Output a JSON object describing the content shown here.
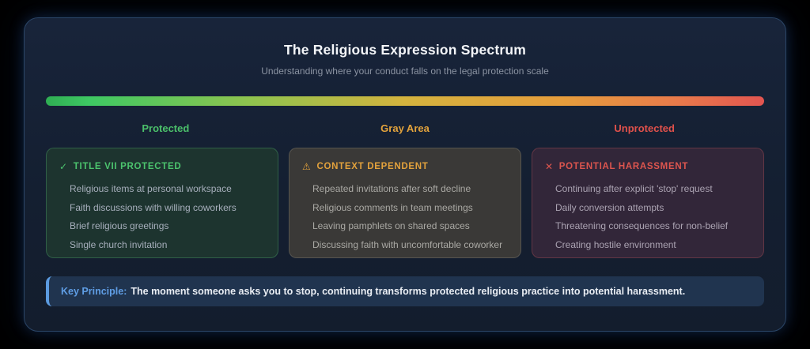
{
  "header": {
    "title": "The Religious Expression Spectrum",
    "subtitle": "Understanding where your conduct falls on the legal protection scale"
  },
  "spectrum": {
    "gradient_start_color": "#3ec863",
    "gradient_mid_color": "#d4b33e",
    "gradient_end_color": "#e25550",
    "labels": [
      {
        "text": "Protected",
        "color": "#4bc06a"
      },
      {
        "text": "Gray Area",
        "color": "#e3a33c"
      },
      {
        "text": "Unprotected",
        "color": "#e0514b"
      }
    ]
  },
  "cards": [
    {
      "icon": "check-icon",
      "icon_glyph": "✓",
      "title": "TITLE VII PROTECTED",
      "accent_color": "#4cc46e",
      "items": [
        "Religious items at personal workspace",
        "Faith discussions with willing coworkers",
        "Brief religious greetings",
        "Single church invitation"
      ]
    },
    {
      "icon": "warning-icon",
      "icon_glyph": "⚠",
      "title": "CONTEXT DEPENDENT",
      "accent_color": "#e3a23c",
      "items": [
        "Repeated invitations after soft decline",
        "Religious comments in team meetings",
        "Leaving pamphlets on shared spaces",
        "Discussing faith with uncomfortable coworker"
      ]
    },
    {
      "icon": "x-icon",
      "icon_glyph": "✕",
      "title": "POTENTIAL HARASSMENT",
      "accent_color": "#dd554e",
      "items": [
        "Continuing after explicit 'stop' request",
        "Daily conversion attempts",
        "Threatening consequences for non-belief",
        "Creating hostile environment"
      ]
    }
  ],
  "key_principle": {
    "label": "Key Principle:",
    "text": "The moment someone asks you to stop, continuing transforms protected religious practice into potential harassment."
  }
}
